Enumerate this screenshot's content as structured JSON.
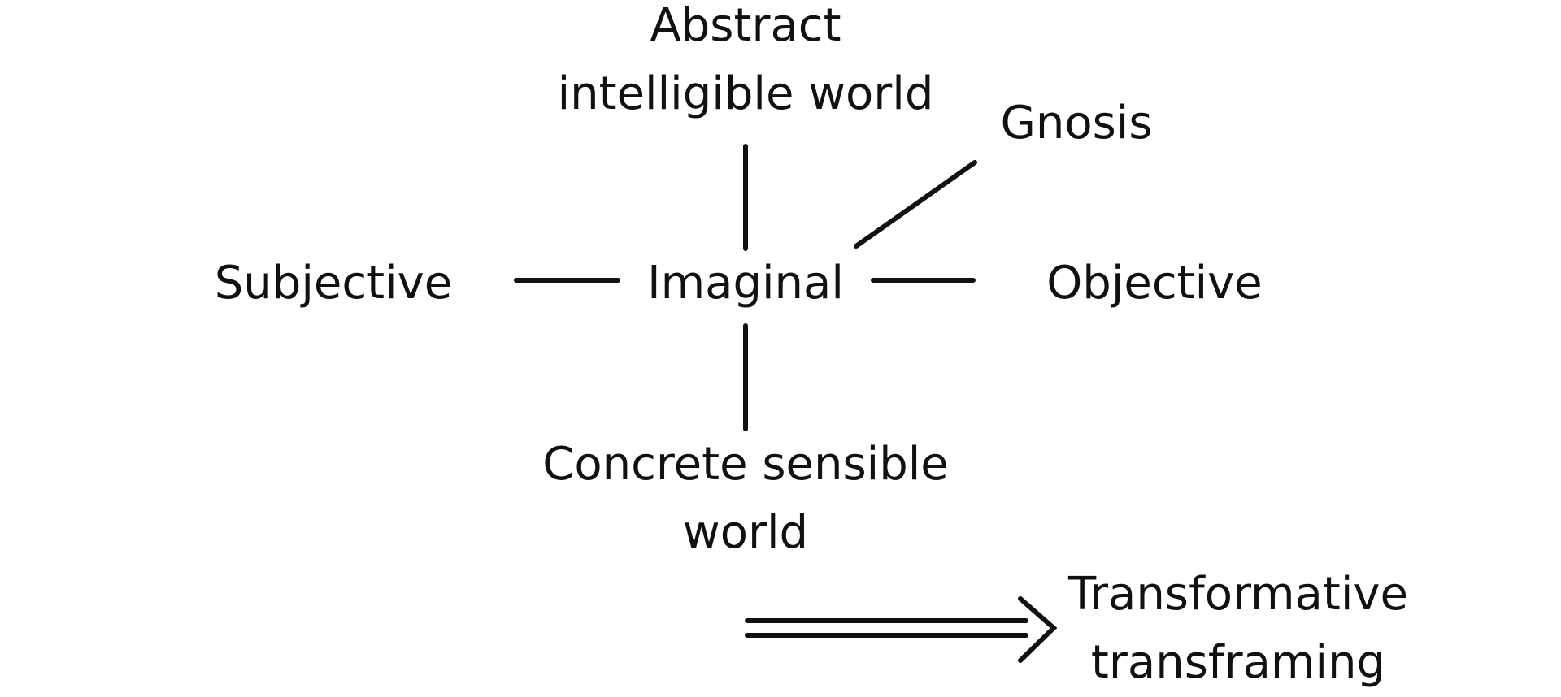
{
  "diagram": {
    "nodes": {
      "abstract": [
        "Abstract",
        "intelligible world"
      ],
      "gnosis": [
        "Gnosis"
      ],
      "subjective": [
        "Subjective"
      ],
      "imaginal": [
        "Imaginal"
      ],
      "objective": [
        "Objective"
      ],
      "concrete": [
        "Concrete sensible",
        "world"
      ],
      "transform": [
        "Transformative",
        "transframing"
      ]
    },
    "edges": [
      {
        "from": "imaginal",
        "to": "abstract"
      },
      {
        "from": "imaginal",
        "to": "concrete"
      },
      {
        "from": "imaginal",
        "to": "subjective"
      },
      {
        "from": "imaginal",
        "to": "objective"
      },
      {
        "from": "imaginal",
        "to": "gnosis"
      }
    ],
    "legend_arrow": {
      "type": "double-arrow",
      "points_to": "transform"
    }
  }
}
